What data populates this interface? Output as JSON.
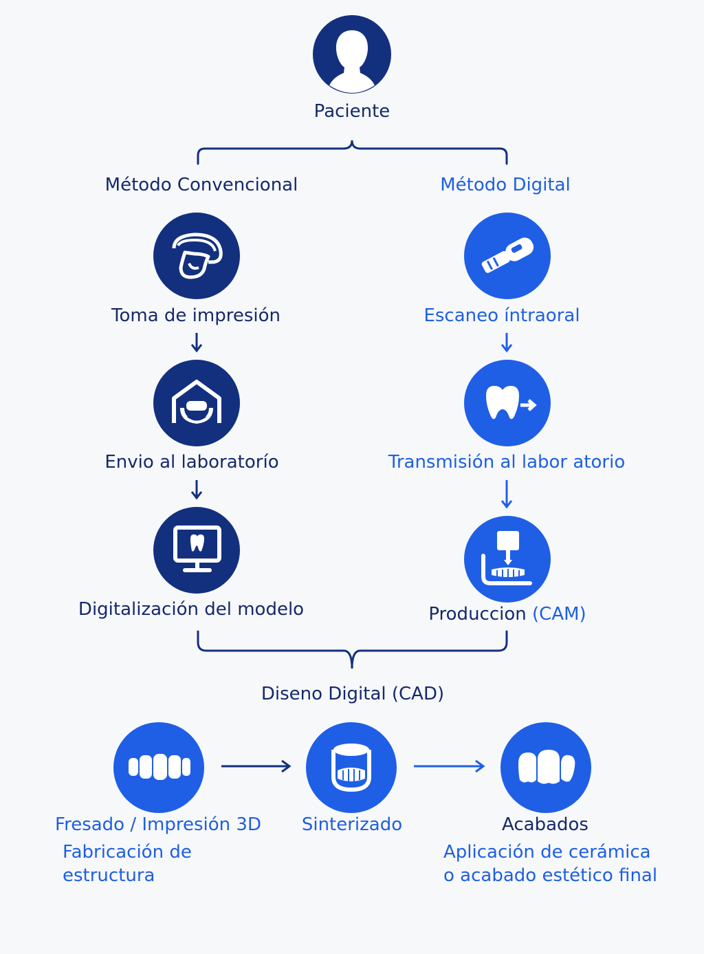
{
  "patient": {
    "label": "Paciente"
  },
  "conventional": {
    "title": "Método Convencional",
    "steps": [
      {
        "label": "Toma de impresión",
        "icon": "dental-tray-icon"
      },
      {
        "label": "Envio al laboratorío",
        "icon": "dental-lab-icon"
      },
      {
        "label": "Digitalización del modelo",
        "icon": "monitor-tooth-icon"
      }
    ]
  },
  "digital": {
    "title": "Método Digital",
    "steps": [
      {
        "label": "Escaneo íntraoral",
        "icon": "intraoral-scanner-icon"
      },
      {
        "label": "Transmisión al labor atorio",
        "icon": "tooth-transfer-icon"
      },
      {
        "label_main": "Produccion",
        "label_accent": "(CAM)",
        "icon": "milling-machine-icon"
      }
    ]
  },
  "merge": {
    "label": "Diseno Digital (CAD)"
  },
  "final_steps": [
    {
      "label": "Fresado / Impresión 3D",
      "description": [
        "Fabricación de",
        "estructura"
      ],
      "icon": "teeth-row-icon"
    },
    {
      "label": "Sinterizado",
      "description": [],
      "icon": "sintered-crown-icon"
    },
    {
      "label": "Acabados",
      "description": [
        "Aplicación de cerámica",
        "o acabado estético final"
      ],
      "icon": "finished-teeth-icon"
    }
  ],
  "colors": {
    "navy": "#13307e",
    "blue": "#1f5fe6",
    "background": "#f7f8fa"
  }
}
